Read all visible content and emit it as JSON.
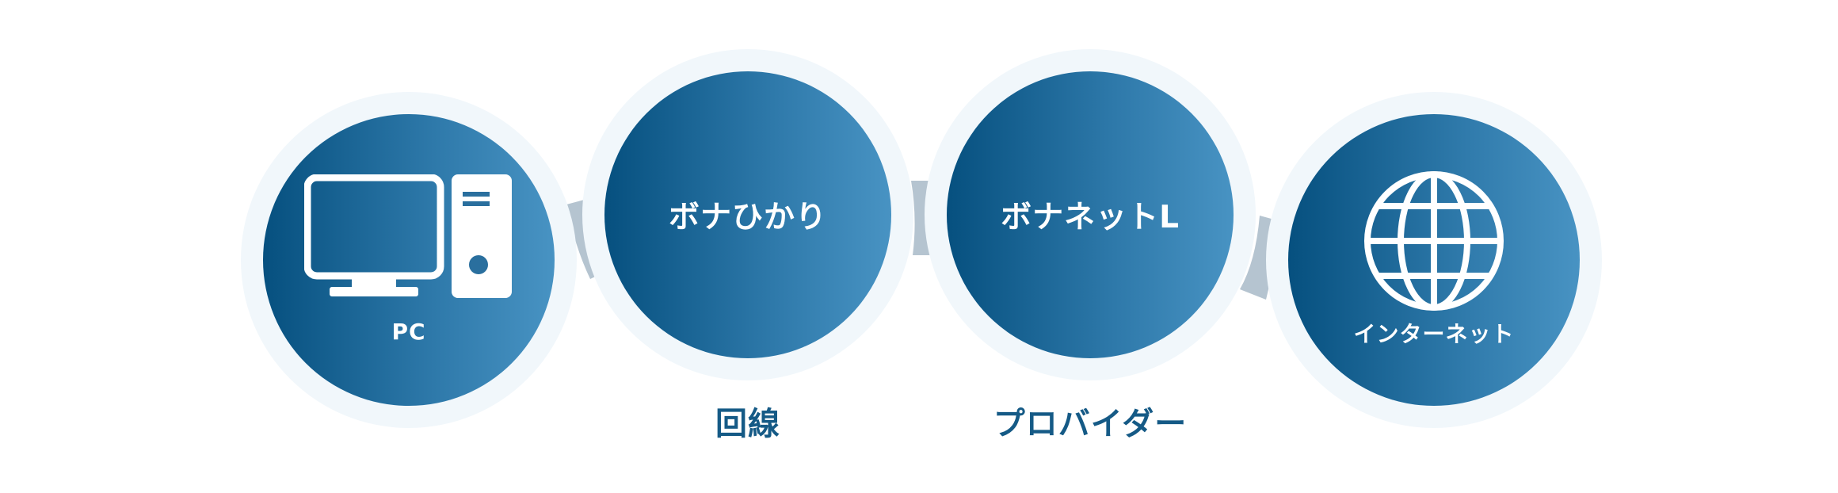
{
  "nodes": {
    "pc": {
      "caption": "PC",
      "icon": "desktop-computer-icon"
    },
    "line": {
      "title": "ボナひかり"
    },
    "provider": {
      "title": "ボナネットL"
    },
    "internet": {
      "caption": "インターネット",
      "icon": "globe-icon"
    }
  },
  "labels": {
    "line": "回線",
    "provider": "プロバイダー"
  },
  "colors": {
    "node_dark": "#06507f",
    "node_light": "#4893c3",
    "halo": "#f1f7fb",
    "connector": "#b5c4d0",
    "label_text": "#155a86"
  }
}
